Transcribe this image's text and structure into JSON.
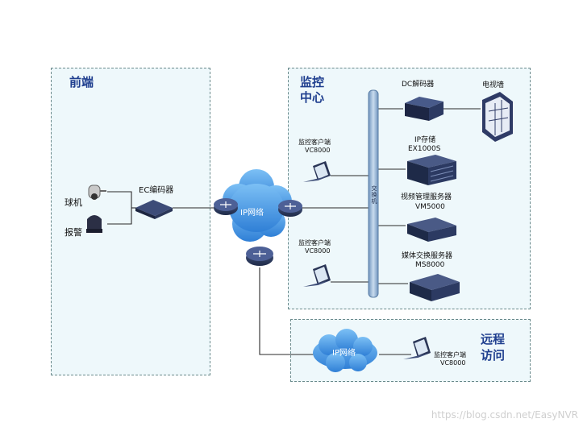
{
  "zones": {
    "frontend_title": "前端",
    "monitor_title_line1": "监控",
    "monitor_title_line2": "中心",
    "remote_title_line1": "远程",
    "remote_title_line2": "访问"
  },
  "devices": {
    "dome_camera": "球机",
    "alarm": "报警",
    "encoder": "EC编码器",
    "ip_network": "IP网络",
    "switch_bar": "交换机",
    "decoder": "DC解码器",
    "tv_wall": "电视墙",
    "storage_line1": "IP存储",
    "storage_line2": "EX1000S",
    "vms_line1": "视频管理服务器",
    "vms_line2": "VM5000",
    "media_line1": "媒体交换服务器",
    "media_line2": "MS8000",
    "client_top_line1": "监控客户端",
    "client_top_line2": "VC8000",
    "client_bottom_line1": "监控客户端",
    "client_bottom_line2": "VC8000",
    "remote_network": "IP网络",
    "remote_client_line1": "监控客户端",
    "remote_client_line2": "VC8000"
  },
  "colors": {
    "zone_fill": "#eef8fb",
    "zone_border": "#6a8a8c",
    "title": "#1f3f8f",
    "cloud": "#4d9ee8",
    "device_dark": "#2f3e66",
    "bar": "#9fbfdc"
  },
  "watermark": "https://blog.csdn.net/EasyNVR"
}
